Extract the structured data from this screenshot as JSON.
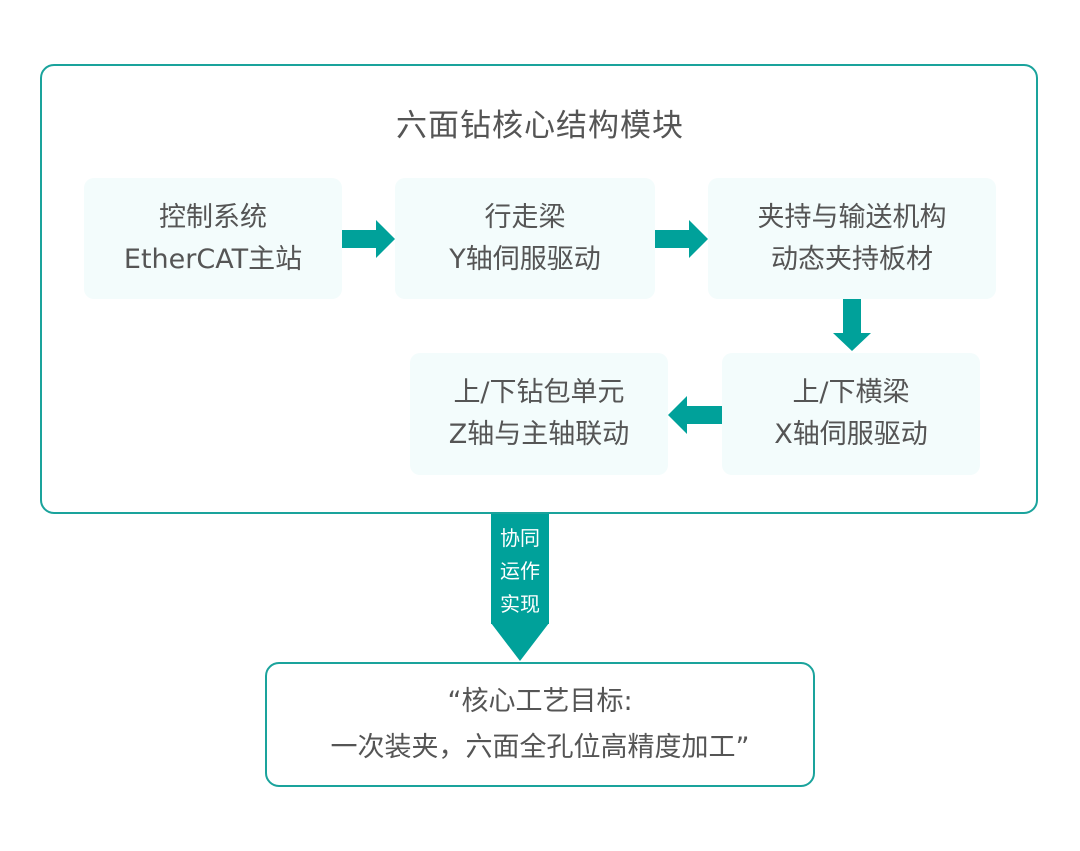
{
  "diagram": {
    "title": "六面钻核心结构模块",
    "nodes": [
      {
        "id": "control",
        "line1": "控制系统",
        "line2": "EtherCAT主站"
      },
      {
        "id": "walking-beam",
        "line1": "行走梁",
        "line2": "Y轴伺服驱动"
      },
      {
        "id": "clamping",
        "line1": "夹持与输送机构",
        "line2": "动态夹持板材"
      },
      {
        "id": "cross-beam",
        "line1": "上/下横梁",
        "line2": "X轴伺服驱动"
      },
      {
        "id": "drill-unit",
        "line1": "上/下钻包单元",
        "line2": "Z轴与主轴联动"
      }
    ],
    "flow": [
      "control",
      "walking-beam",
      "clamping",
      "cross-beam",
      "drill-unit"
    ],
    "connector": {
      "lines": [
        "协同",
        "运作",
        "实现"
      ]
    },
    "goal": {
      "line1": "“核心工艺目标:",
      "line2": "一次装夹，六面全孔位高精度加工”"
    },
    "colors": {
      "accent": "#00a19a",
      "node_bg": "#f3fcfc",
      "text": "#555555"
    }
  }
}
